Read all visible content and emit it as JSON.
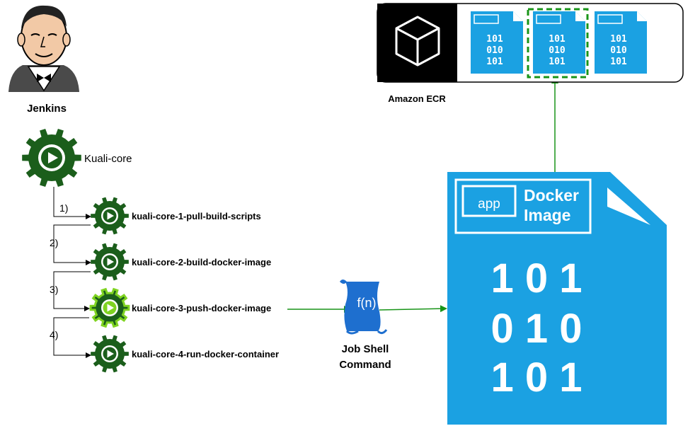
{
  "jenkins": {
    "label": "Jenkins"
  },
  "ecr": {
    "label": "Amazon ECR",
    "binary_lines": [
      "101",
      "010",
      "101"
    ]
  },
  "pipeline": {
    "root_label": "Kuali-core",
    "jobs": [
      {
        "step": "1)",
        "label": "kuali-core-1-pull-build-scripts",
        "highlighted": false
      },
      {
        "step": "2)",
        "label": "kuali-core-2-build-docker-image",
        "highlighted": false
      },
      {
        "step": "3)",
        "label": "kuali-core-3-push-docker-image",
        "highlighted": true
      },
      {
        "step": "4)",
        "label": "kuali-core-4-run-docker-container",
        "highlighted": false
      }
    ]
  },
  "shell": {
    "symbol": "f(n)",
    "label_line1": "Job Shell",
    "label_line2": "Command"
  },
  "docker": {
    "app_label": "app",
    "title_line1": "Docker",
    "title_line2": "Image",
    "binary_lines": [
      "1 0 1",
      "0 1 0",
      "1 0 1"
    ]
  },
  "colors": {
    "gear_dark": "#1b5e1b",
    "gear_highlight": "#7fd321",
    "docker_blue": "#1ba1e2",
    "arrow_green": "#189418",
    "ecr_black": "#000000"
  }
}
